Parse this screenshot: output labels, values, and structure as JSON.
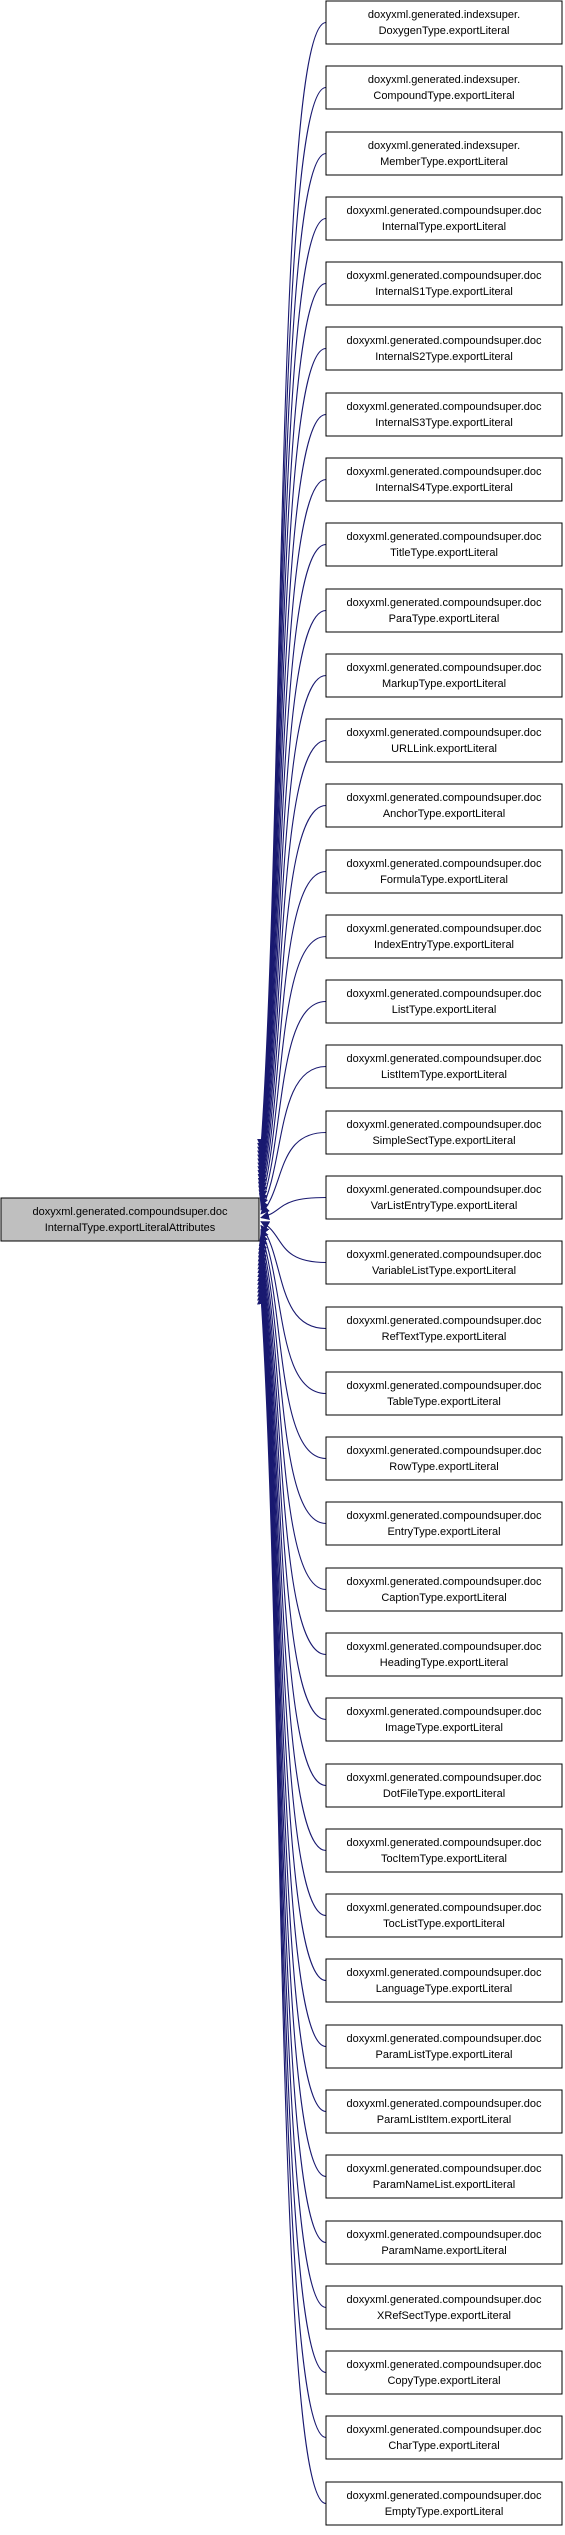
{
  "colors": {
    "edge": "#191970",
    "node_fill": "#ffffff",
    "focus_fill": "#bfbfbf",
    "border": "#000000"
  },
  "focus": {
    "line1": "doxyxml.generated.compoundsuper.doc",
    "line2": "InternalType.exportLiteralAttributes"
  },
  "callers": [
    {
      "line1": "doxyxml.generated.indexsuper.",
      "line2": "DoxygenType.exportLiteral"
    },
    {
      "line1": "doxyxml.generated.indexsuper.",
      "line2": "CompoundType.exportLiteral"
    },
    {
      "line1": "doxyxml.generated.indexsuper.",
      "line2": "MemberType.exportLiteral"
    },
    {
      "line1": "doxyxml.generated.compoundsuper.doc",
      "line2": "InternalType.exportLiteral"
    },
    {
      "line1": "doxyxml.generated.compoundsuper.doc",
      "line2": "InternalS1Type.exportLiteral"
    },
    {
      "line1": "doxyxml.generated.compoundsuper.doc",
      "line2": "InternalS2Type.exportLiteral"
    },
    {
      "line1": "doxyxml.generated.compoundsuper.doc",
      "line2": "InternalS3Type.exportLiteral"
    },
    {
      "line1": "doxyxml.generated.compoundsuper.doc",
      "line2": "InternalS4Type.exportLiteral"
    },
    {
      "line1": "doxyxml.generated.compoundsuper.doc",
      "line2": "TitleType.exportLiteral"
    },
    {
      "line1": "doxyxml.generated.compoundsuper.doc",
      "line2": "ParaType.exportLiteral"
    },
    {
      "line1": "doxyxml.generated.compoundsuper.doc",
      "line2": "MarkupType.exportLiteral"
    },
    {
      "line1": "doxyxml.generated.compoundsuper.doc",
      "line2": "URLLink.exportLiteral"
    },
    {
      "line1": "doxyxml.generated.compoundsuper.doc",
      "line2": "AnchorType.exportLiteral"
    },
    {
      "line1": "doxyxml.generated.compoundsuper.doc",
      "line2": "FormulaType.exportLiteral"
    },
    {
      "line1": "doxyxml.generated.compoundsuper.doc",
      "line2": "IndexEntryType.exportLiteral"
    },
    {
      "line1": "doxyxml.generated.compoundsuper.doc",
      "line2": "ListType.exportLiteral"
    },
    {
      "line1": "doxyxml.generated.compoundsuper.doc",
      "line2": "ListItemType.exportLiteral"
    },
    {
      "line1": "doxyxml.generated.compoundsuper.doc",
      "line2": "SimpleSectType.exportLiteral"
    },
    {
      "line1": "doxyxml.generated.compoundsuper.doc",
      "line2": "VarListEntryType.exportLiteral"
    },
    {
      "line1": "doxyxml.generated.compoundsuper.doc",
      "line2": "VariableListType.exportLiteral"
    },
    {
      "line1": "doxyxml.generated.compoundsuper.doc",
      "line2": "RefTextType.exportLiteral"
    },
    {
      "line1": "doxyxml.generated.compoundsuper.doc",
      "line2": "TableType.exportLiteral"
    },
    {
      "line1": "doxyxml.generated.compoundsuper.doc",
      "line2": "RowType.exportLiteral"
    },
    {
      "line1": "doxyxml.generated.compoundsuper.doc",
      "line2": "EntryType.exportLiteral"
    },
    {
      "line1": "doxyxml.generated.compoundsuper.doc",
      "line2": "CaptionType.exportLiteral"
    },
    {
      "line1": "doxyxml.generated.compoundsuper.doc",
      "line2": "HeadingType.exportLiteral"
    },
    {
      "line1": "doxyxml.generated.compoundsuper.doc",
      "line2": "ImageType.exportLiteral"
    },
    {
      "line1": "doxyxml.generated.compoundsuper.doc",
      "line2": "DotFileType.exportLiteral"
    },
    {
      "line1": "doxyxml.generated.compoundsuper.doc",
      "line2": "TocItemType.exportLiteral"
    },
    {
      "line1": "doxyxml.generated.compoundsuper.doc",
      "line2": "TocListType.exportLiteral"
    },
    {
      "line1": "doxyxml.generated.compoundsuper.doc",
      "line2": "LanguageType.exportLiteral"
    },
    {
      "line1": "doxyxml.generated.compoundsuper.doc",
      "line2": "ParamListType.exportLiteral"
    },
    {
      "line1": "doxyxml.generated.compoundsuper.doc",
      "line2": "ParamListItem.exportLiteral"
    },
    {
      "line1": "doxyxml.generated.compoundsuper.doc",
      "line2": "ParamNameList.exportLiteral"
    },
    {
      "line1": "doxyxml.generated.compoundsuper.doc",
      "line2": "ParamName.exportLiteral"
    },
    {
      "line1": "doxyxml.generated.compoundsuper.doc",
      "line2": "XRefSectType.exportLiteral"
    },
    {
      "line1": "doxyxml.generated.compoundsuper.doc",
      "line2": "CopyType.exportLiteral"
    },
    {
      "line1": "doxyxml.generated.compoundsuper.doc",
      "line2": "CharType.exportLiteral"
    },
    {
      "line1": "doxyxml.generated.compoundsuper.doc",
      "line2": "EmptyType.exportLiteral"
    }
  ]
}
